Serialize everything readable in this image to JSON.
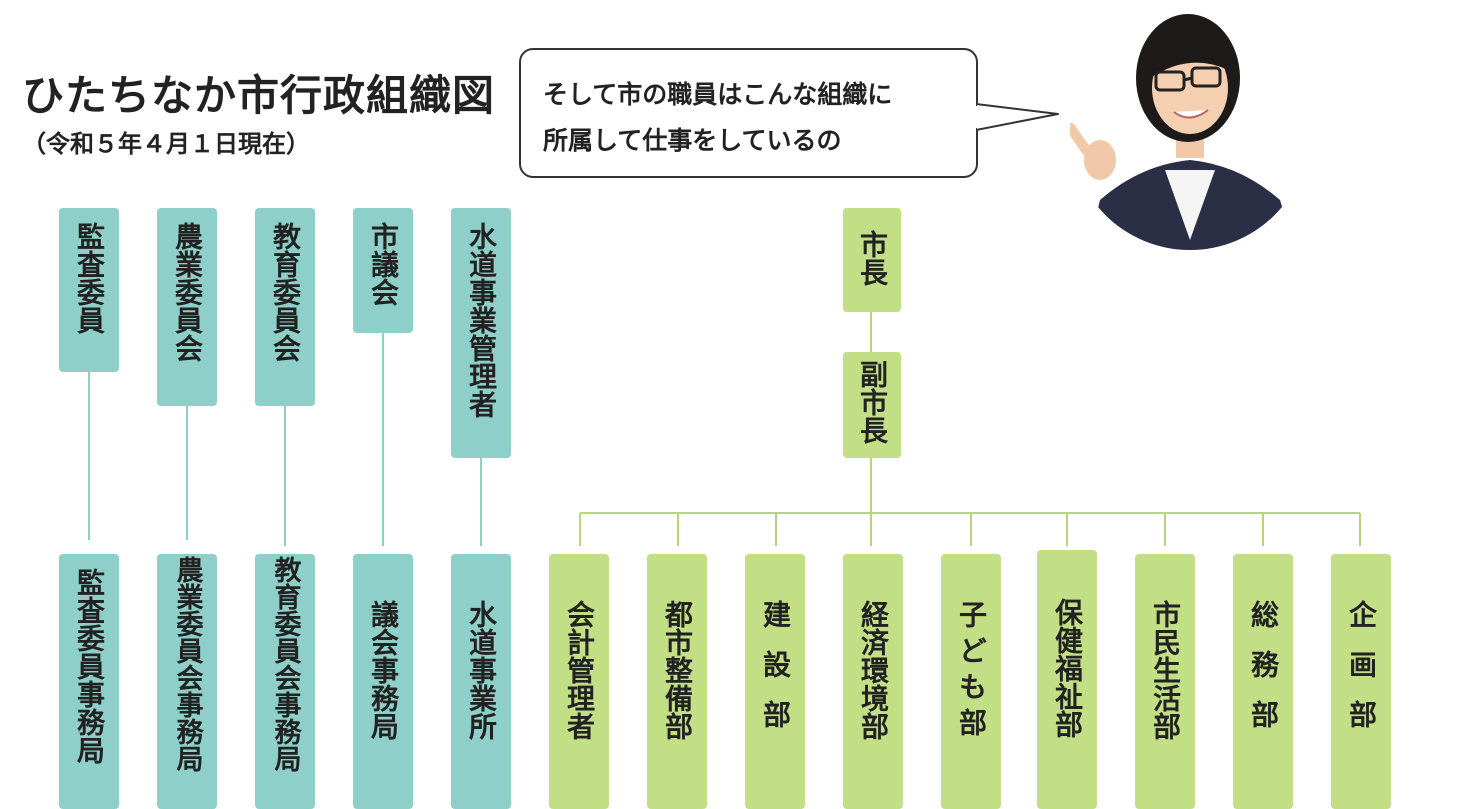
{
  "title": "ひたちなか市行政組織図",
  "subtitle": "（令和５年４月１日現在）",
  "speech": {
    "line1": "そして市の職員はこんな組織に",
    "line2": "所属して仕事をしているの"
  },
  "colors": {
    "teal": "#8ed0c9",
    "green": "#c2df85",
    "teal_line": "#8ed0c9",
    "green_line": "#b5d67a"
  },
  "independent": {
    "top": [
      "監査委員",
      "農業委員会",
      "教育委員会",
      "市議会",
      "水道事業管理者"
    ],
    "bottom": [
      "監査委員事務局",
      "農業委員会事務局",
      "教育委員会事務局",
      "議会事務局",
      "水道事業所"
    ]
  },
  "mayor": {
    "mayor": "市長",
    "deputy": "副市長",
    "departments": [
      "会計管理者",
      "都市整備部",
      "建設部",
      "経済環境部",
      "子ども部",
      "保健福祉部",
      "市民生活部",
      "総務部",
      "企画部"
    ]
  }
}
